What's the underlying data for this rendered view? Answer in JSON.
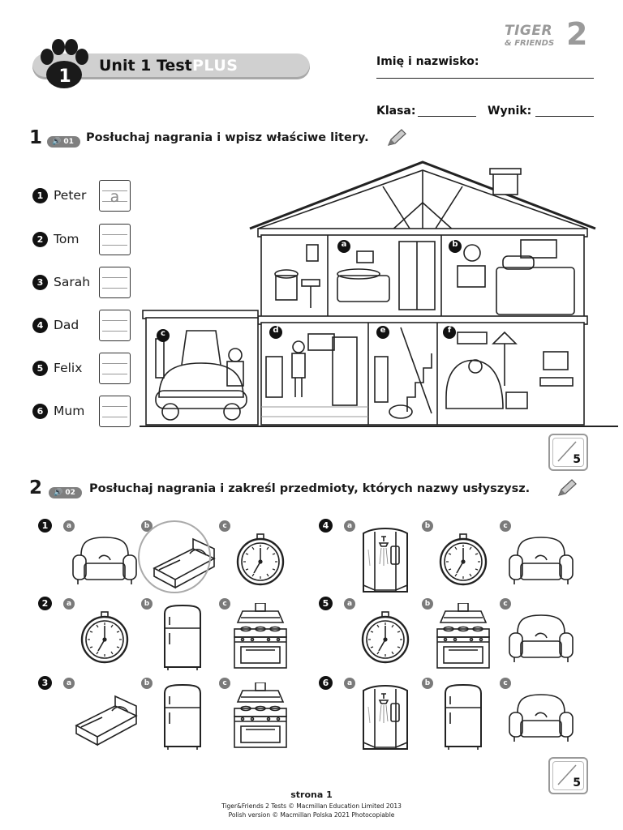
{
  "header": {
    "unit_number": "1",
    "unit_title": "Unit 1 Test",
    "unit_plus": "PLUS",
    "logo_tiger": "TIGER",
    "logo_friends": "& FRIENDS",
    "logo_level": "2",
    "name_label": "Imię i nazwisko:",
    "class_label": "Klasa:",
    "score_label": "Wynik:"
  },
  "ex1": {
    "number": "1",
    "track": "01",
    "instruction": "Posłuchaj nagrania i wpisz właściwe litery.",
    "items": [
      {
        "num": "1",
        "name": "Peter",
        "answer": "a"
      },
      {
        "num": "2",
        "name": "Tom",
        "answer": ""
      },
      {
        "num": "3",
        "name": "Sarah",
        "answer": ""
      },
      {
        "num": "4",
        "name": "Dad",
        "answer": ""
      },
      {
        "num": "5",
        "name": "Felix",
        "answer": ""
      },
      {
        "num": "6",
        "name": "Mum",
        "answer": ""
      }
    ],
    "room_labels": [
      "a",
      "b",
      "c",
      "d",
      "e",
      "f"
    ],
    "score": "5"
  },
  "ex2": {
    "number": "2",
    "track": "02",
    "instruction": "Posłuchaj nagrania i zakreśl przedmioty, których nazwy usłyszysz.",
    "questions": [
      {
        "num": "1",
        "options": [
          "armchair",
          "bed",
          "clock"
        ],
        "circled": 1
      },
      {
        "num": "2",
        "options": [
          "clock",
          "fridge",
          "cooker"
        ],
        "circled": -1
      },
      {
        "num": "3",
        "options": [
          "bed",
          "fridge",
          "cooker"
        ],
        "circled": -1
      },
      {
        "num": "4",
        "options": [
          "shower",
          "clock",
          "armchair"
        ],
        "circled": -1
      },
      {
        "num": "5",
        "options": [
          "clock",
          "cooker",
          "armchair"
        ],
        "circled": -1
      },
      {
        "num": "6",
        "options": [
          "shower",
          "fridge",
          "armchair"
        ],
        "circled": -1
      }
    ],
    "option_letters": [
      "a",
      "b",
      "c"
    ],
    "score": "5"
  },
  "footer": {
    "page": "strona 1",
    "copyright1": "Tiger&Friends 2 Tests © Macmillan Education Limited 2013",
    "copyright2": "Polish version © Macmillan Polska 2021 Photocopiable"
  }
}
